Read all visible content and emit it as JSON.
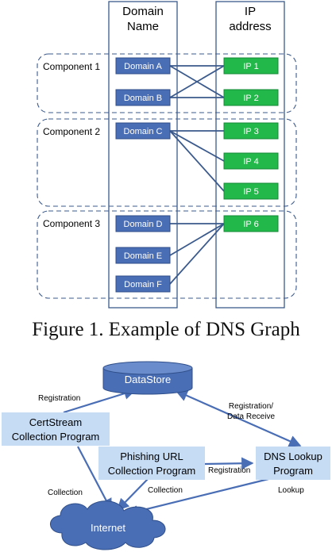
{
  "figure1": {
    "col_domain": [
      "Domain",
      "Name"
    ],
    "col_ip": [
      "IP",
      "address"
    ],
    "components": [
      "Component 1",
      "Component 2",
      "Component 3"
    ],
    "domains": [
      "Domain A",
      "Domain B",
      "Domain C",
      "Domain D",
      "Domain E",
      "Domain F"
    ],
    "ips": [
      "IP 1",
      "IP 2",
      "IP 3",
      "IP 4",
      "IP 5",
      "IP 6"
    ],
    "edges": [
      [
        "Domain A",
        "IP 1"
      ],
      [
        "Domain A",
        "IP 2"
      ],
      [
        "Domain B",
        "IP 1"
      ],
      [
        "Domain B",
        "IP 2"
      ],
      [
        "Domain C",
        "IP 3"
      ],
      [
        "Domain C",
        "IP 4"
      ],
      [
        "Domain C",
        "IP 5"
      ],
      [
        "Domain D",
        "IP 6"
      ],
      [
        "Domain E",
        "IP 6"
      ],
      [
        "Domain F",
        "IP 6"
      ]
    ],
    "caption": "Figure 1. Example of DNS Graph",
    "colors": {
      "domain_fill": "#4a6eb5",
      "ip_fill": "#22b84a",
      "border": "#3b5a8c"
    }
  },
  "figure2": {
    "datastore": "DataStore",
    "certstream": [
      "CertStream",
      "Collection Program"
    ],
    "phishing": [
      "Phishing URL",
      "Collection Program"
    ],
    "dns": [
      "DNS Lookup",
      "Program"
    ],
    "internet": "Internet",
    "labels": {
      "registration_left": "Registration",
      "registration_receive": [
        "Registration/",
        "Data Receive"
      ],
      "registration_mid": "Registration",
      "collection_left": "Collection",
      "collection_mid": "Collection",
      "lookup": "Lookup"
    },
    "colors": {
      "box_fill": "#c6dcf5",
      "db_fill": "#4a6eb5",
      "cloud_fill": "#4a6eb5",
      "arrow": "#4a6eb5"
    }
  }
}
